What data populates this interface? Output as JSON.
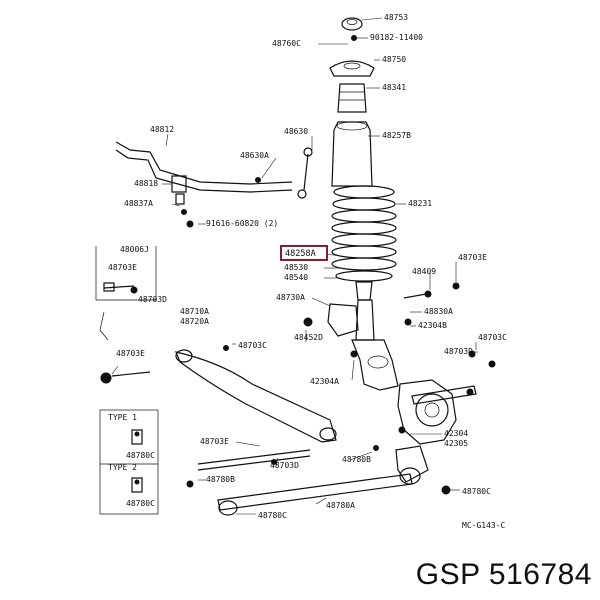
{
  "labels": {
    "p48753": "48753",
    "p48760C": "48760C",
    "p90182": "90182-11400",
    "p48750": "48750",
    "p48341": "48341",
    "p48257B": "48257B",
    "p48630": "48630",
    "p48630A": "48630A",
    "p48812": "48812",
    "p48818": "48818",
    "p48837A": "48837A",
    "p91616": "91616-60820 (2)",
    "p48231": "48231",
    "p48258A": "48258A",
    "p48530": "48530",
    "p48540": "48540",
    "p48409": "48409",
    "p48703E_r": "48703E",
    "p48006J": "48006J",
    "p48703E_l": "48703E",
    "p48703D_l": "48703D",
    "p48730A": "48730A",
    "p48830A": "48830A",
    "p42304B": "42304B",
    "p48710A": "48710A",
    "p48720A": "48720A",
    "p48703C_m": "48703C",
    "p48452D": "48452D",
    "p48703C_r": "48703C",
    "p48703D_r": "48703D",
    "p48703E_bl": "48703E",
    "p42304A": "42304A",
    "p42304": "42304",
    "p42305": "42305",
    "type1": "TYPE 1",
    "type2": "TYPE 2",
    "p48780C_t1": "48780C",
    "p48780C_t2": "48780C",
    "p48703E_b": "48703E",
    "p48703D_b": "48703D",
    "p48780B": "48780B",
    "p48780B_b": "48780B",
    "p48780C_b": "48780C",
    "p48780A": "48780A",
    "p48780C_r": "48780C",
    "figcode": "MC-G143-C"
  },
  "footer": {
    "text": "GSP 516784"
  },
  "highlight_color": "#8b1a2b"
}
